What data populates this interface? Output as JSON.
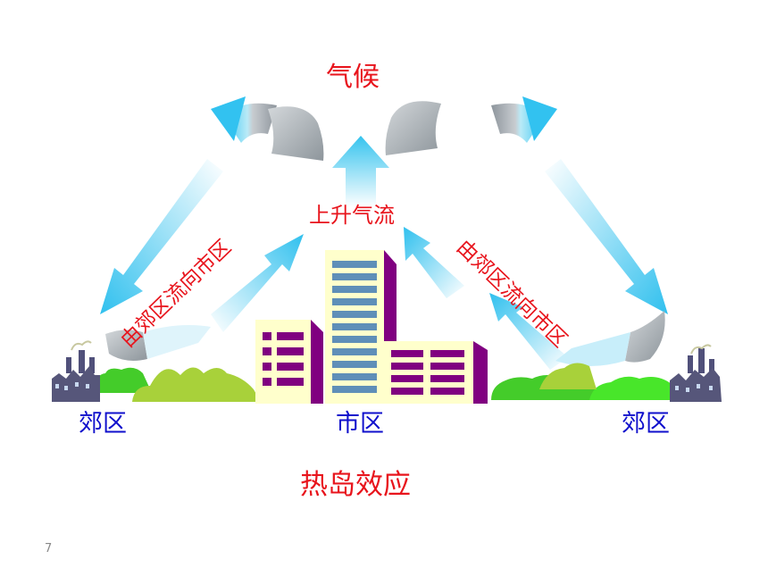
{
  "diagram": {
    "top_label": "气候",
    "rising_air_label": "上升气流",
    "flow_left_label": "由郊区流向市区",
    "flow_right_label": "由郊区流向市区",
    "suburb_left_label": "郊区",
    "city_label": "市区",
    "suburb_right_label": "郊区",
    "bottom_title": "热岛效应"
  },
  "page_number": "7",
  "colors": {
    "red_text": "#e8141c",
    "blue_text": "#1010cc",
    "arrow_light": "#e4f7ff",
    "arrow_dark": "#2cc2ee",
    "curl_gray": "#a3aab0",
    "building_face": "#ffffcc",
    "building_side": "#800080",
    "window": "#5f8fb8",
    "grass_light": "#a8d13a",
    "grass_dark": "#44cc2a",
    "factory": "#56567a"
  }
}
